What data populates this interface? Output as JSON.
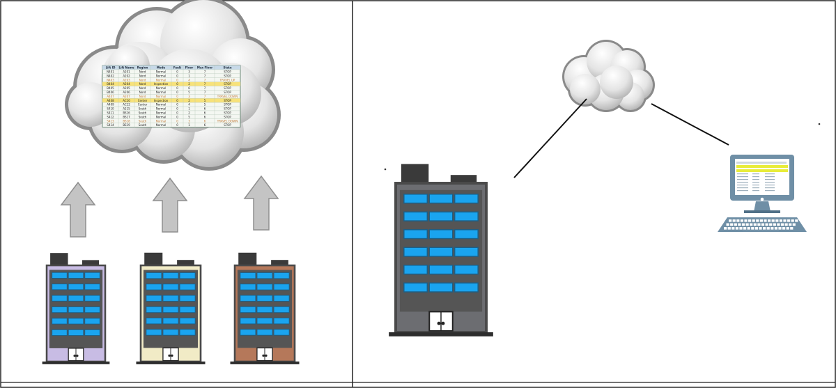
{
  "cloud_table": {
    "headers": [
      "Lift ID",
      "Lift Name",
      "Region",
      "Mode",
      "Fault",
      "Floor",
      "Max Floor",
      "State"
    ],
    "rows": [
      [
        "N401",
        "A201",
        "Nord",
        "Normal",
        "0",
        "3",
        "7",
        "STOP"
      ],
      [
        "N402",
        "A202",
        "Nord",
        "Normal",
        "0",
        "1",
        "7",
        "STOP"
      ],
      [
        "N403",
        "A203",
        "Nord",
        "Normal",
        "0",
        "4",
        "7",
        "TRAVEL UP"
      ],
      [
        "B404",
        "A204",
        "Nord",
        "Inspection",
        "0",
        "2",
        "7",
        "STOP"
      ],
      [
        "B405",
        "A205",
        "Nord",
        "Normal",
        "0",
        "6",
        "7",
        "STOP"
      ],
      [
        "B406",
        "A206",
        "Nord",
        "Normal",
        "0",
        "5",
        "7",
        "STOP"
      ],
      [
        "A407",
        "A207",
        "Nord",
        "Normal",
        "0",
        "3",
        "7",
        "TRAVEL DOWN"
      ],
      [
        "A408",
        "AC10",
        "Center",
        "Inspection",
        "0",
        "2",
        "5",
        "STOP"
      ],
      [
        "A409",
        "AC12",
        "Center",
        "Normal",
        "0",
        "4",
        "5",
        "STOP"
      ],
      [
        "S410",
        "A215",
        "South",
        "Normal",
        "0",
        "1",
        "6",
        "STOP"
      ],
      [
        "S411",
        "BS16",
        "South",
        "Normal",
        "0",
        "2",
        "6",
        "STOP"
      ],
      [
        "S412",
        "BS17",
        "South",
        "Normal",
        "0",
        "5",
        "6",
        "STOP"
      ],
      [
        "S413",
        "BS18",
        "South",
        "Normal",
        "0",
        "3",
        "6",
        "TRAVEL DOWN"
      ],
      [
        "S414",
        "BS19",
        "South",
        "Normal",
        "0",
        "1",
        "6",
        "STOP"
      ]
    ],
    "highlight_rows": [
      3,
      7
    ],
    "dim_rows": [
      2,
      6,
      12
    ]
  },
  "colors": {
    "building_left": "#c8bce4",
    "building_middle": "#f1ebc6",
    "building_right": "#b5785a",
    "building_frame": "#4a4a4a",
    "building_main": "#6c6d71",
    "window": "#1aa4ef",
    "arrow_fill": "#c4c4c4",
    "arrow_stroke": "#8f8f8f",
    "table_header": "#c7d9e8",
    "table_highlight": "#f7e27a",
    "monitor_frame": "#6f8fa6",
    "monitor_screen_row": "#e8ec3a"
  },
  "icons": {
    "cloud_large": "cloud-icon",
    "cloud_small": "cloud-icon",
    "upload_arrow": "up-arrow-icon",
    "building": "building-icon",
    "computer": "desktop-computer-icon"
  }
}
